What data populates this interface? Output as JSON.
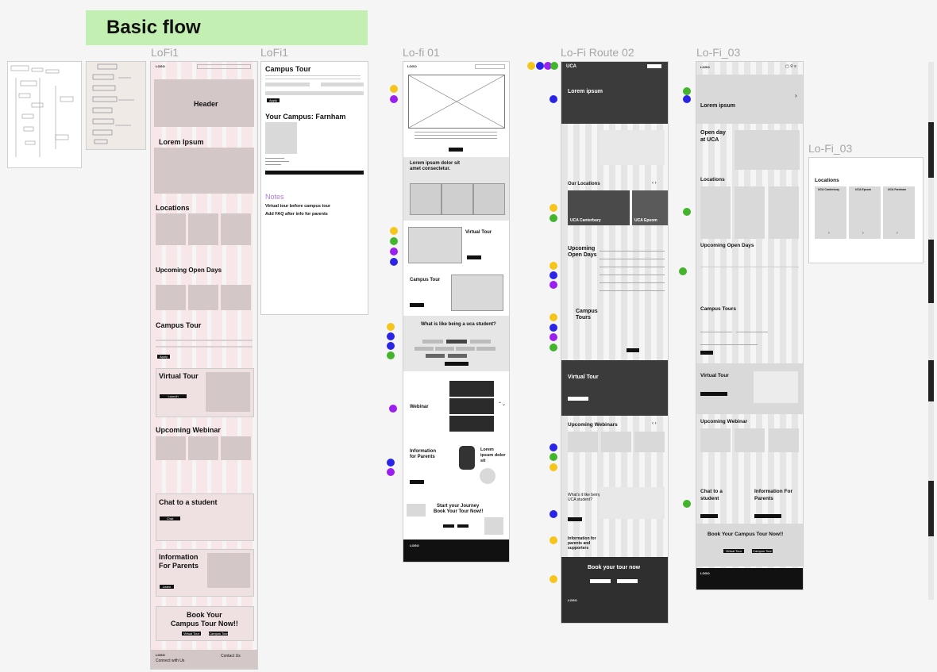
{
  "board_title": "Basic flow",
  "frames": {
    "lofi1_a": {
      "label": "LoFi1",
      "header": "Header",
      "hero": "Lorem Ipsum",
      "locations": "Locations",
      "upcoming": "Upcoming Open Days",
      "campus_tour": "Campus Tour",
      "virtual_tour": "Virtual Tour",
      "webinar": "Upcoming Webinar",
      "chat": "Chat to a student",
      "info_parents_1": "Information",
      "info_parents_2": "For Parents",
      "book_1": "Book Your",
      "book_2": "Campus Tour Now!!",
      "book_btn_1": "Virtual Tour",
      "book_btn_2": "Campus Tour",
      "footer_logo": "LOGO",
      "footer_connect": "Connect with Us",
      "footer_contact": "Contact Us"
    },
    "lofi1_b": {
      "label": "LoFi1",
      "title": "Campus Tour",
      "your_campus": "Your Campus: Farnham",
      "apply": "Apply",
      "notes_title": "Notes",
      "note_1": "Virtual tour before campus tour",
      "note_2": "Add FAQ after info for parents"
    },
    "lofi_01": {
      "label": "Lo-fi 01",
      "logo": "LOGO",
      "section_1": "Lorem ipsum dolor sit",
      "section_1b": "amet consectetur.",
      "virtual_tour": "Virtual Tour",
      "campus_tour": "Campus Tour",
      "what_like": "What is like being a uca student?",
      "webinar": "Webinar",
      "info_1": "Information",
      "info_2": "for Parents",
      "lorem_a": "Lorem",
      "lorem_b": "ipsum dolor",
      "lorem_c": "sit",
      "journey_1": "Start your Journey",
      "journey_2": "Book Your Tour Now!!",
      "footer_logo": "LOGO"
    },
    "lofi_route02": {
      "label": "Lo-Fi Route 02",
      "logo": "UCA",
      "hero": "Lorem ipsum",
      "our_locations": "Our Locations",
      "canterbury": "UCA Canterbury",
      "epsom": "UCA Epsom",
      "upcoming_1": "Upcoming",
      "upcoming_2": "Open Days",
      "campus_1": "Campus",
      "campus_2": "Tours",
      "virtual_tour": "Virtual Tour",
      "webinars": "Upcoming Webinars",
      "what_like_1": "What's it like being a",
      "what_like_2": "UCA student?",
      "info_1": "Information for",
      "info_2": "parents and",
      "info_3": "supporters",
      "book": "Book your tour now",
      "footer_logo": "LOGO"
    },
    "lofi_03": {
      "label": "Lo-Fi_03",
      "logo": "LOGO",
      "hero": "Lorem ipsum",
      "open_day_1": "Open day",
      "open_day_2": "at UCA",
      "locations": "Locations",
      "upcoming": "Upcoming Open Days",
      "campus_tours": "Campus Tours",
      "virtual_tour": "Virtual Tour",
      "webinar": "Upcoming Webinar",
      "chat_1": "Chat to a",
      "chat_2": "student",
      "info_1": "Information For",
      "info_2": "Parents",
      "book": "Book Your Campus Tour Now!!",
      "btn_1": "Virtual Tour",
      "btn_2": "Campus Tour",
      "footer_logo": "LOGO"
    },
    "lofi_03_detail": {
      "label": "Lo-Fi_03",
      "locations": "Locations",
      "card_1": "UCA Canterbury",
      "card_2": "UCA Epsom",
      "card_3": "UCA Farnham"
    }
  },
  "colors": {
    "section_title_bg": "#c3f0b2",
    "dot_yellow": "#f6c51c",
    "dot_blue": "#2a25e6",
    "dot_purple": "#9b1ff0",
    "dot_green": "#43b52c",
    "notes_purple": "#b07ad8"
  }
}
